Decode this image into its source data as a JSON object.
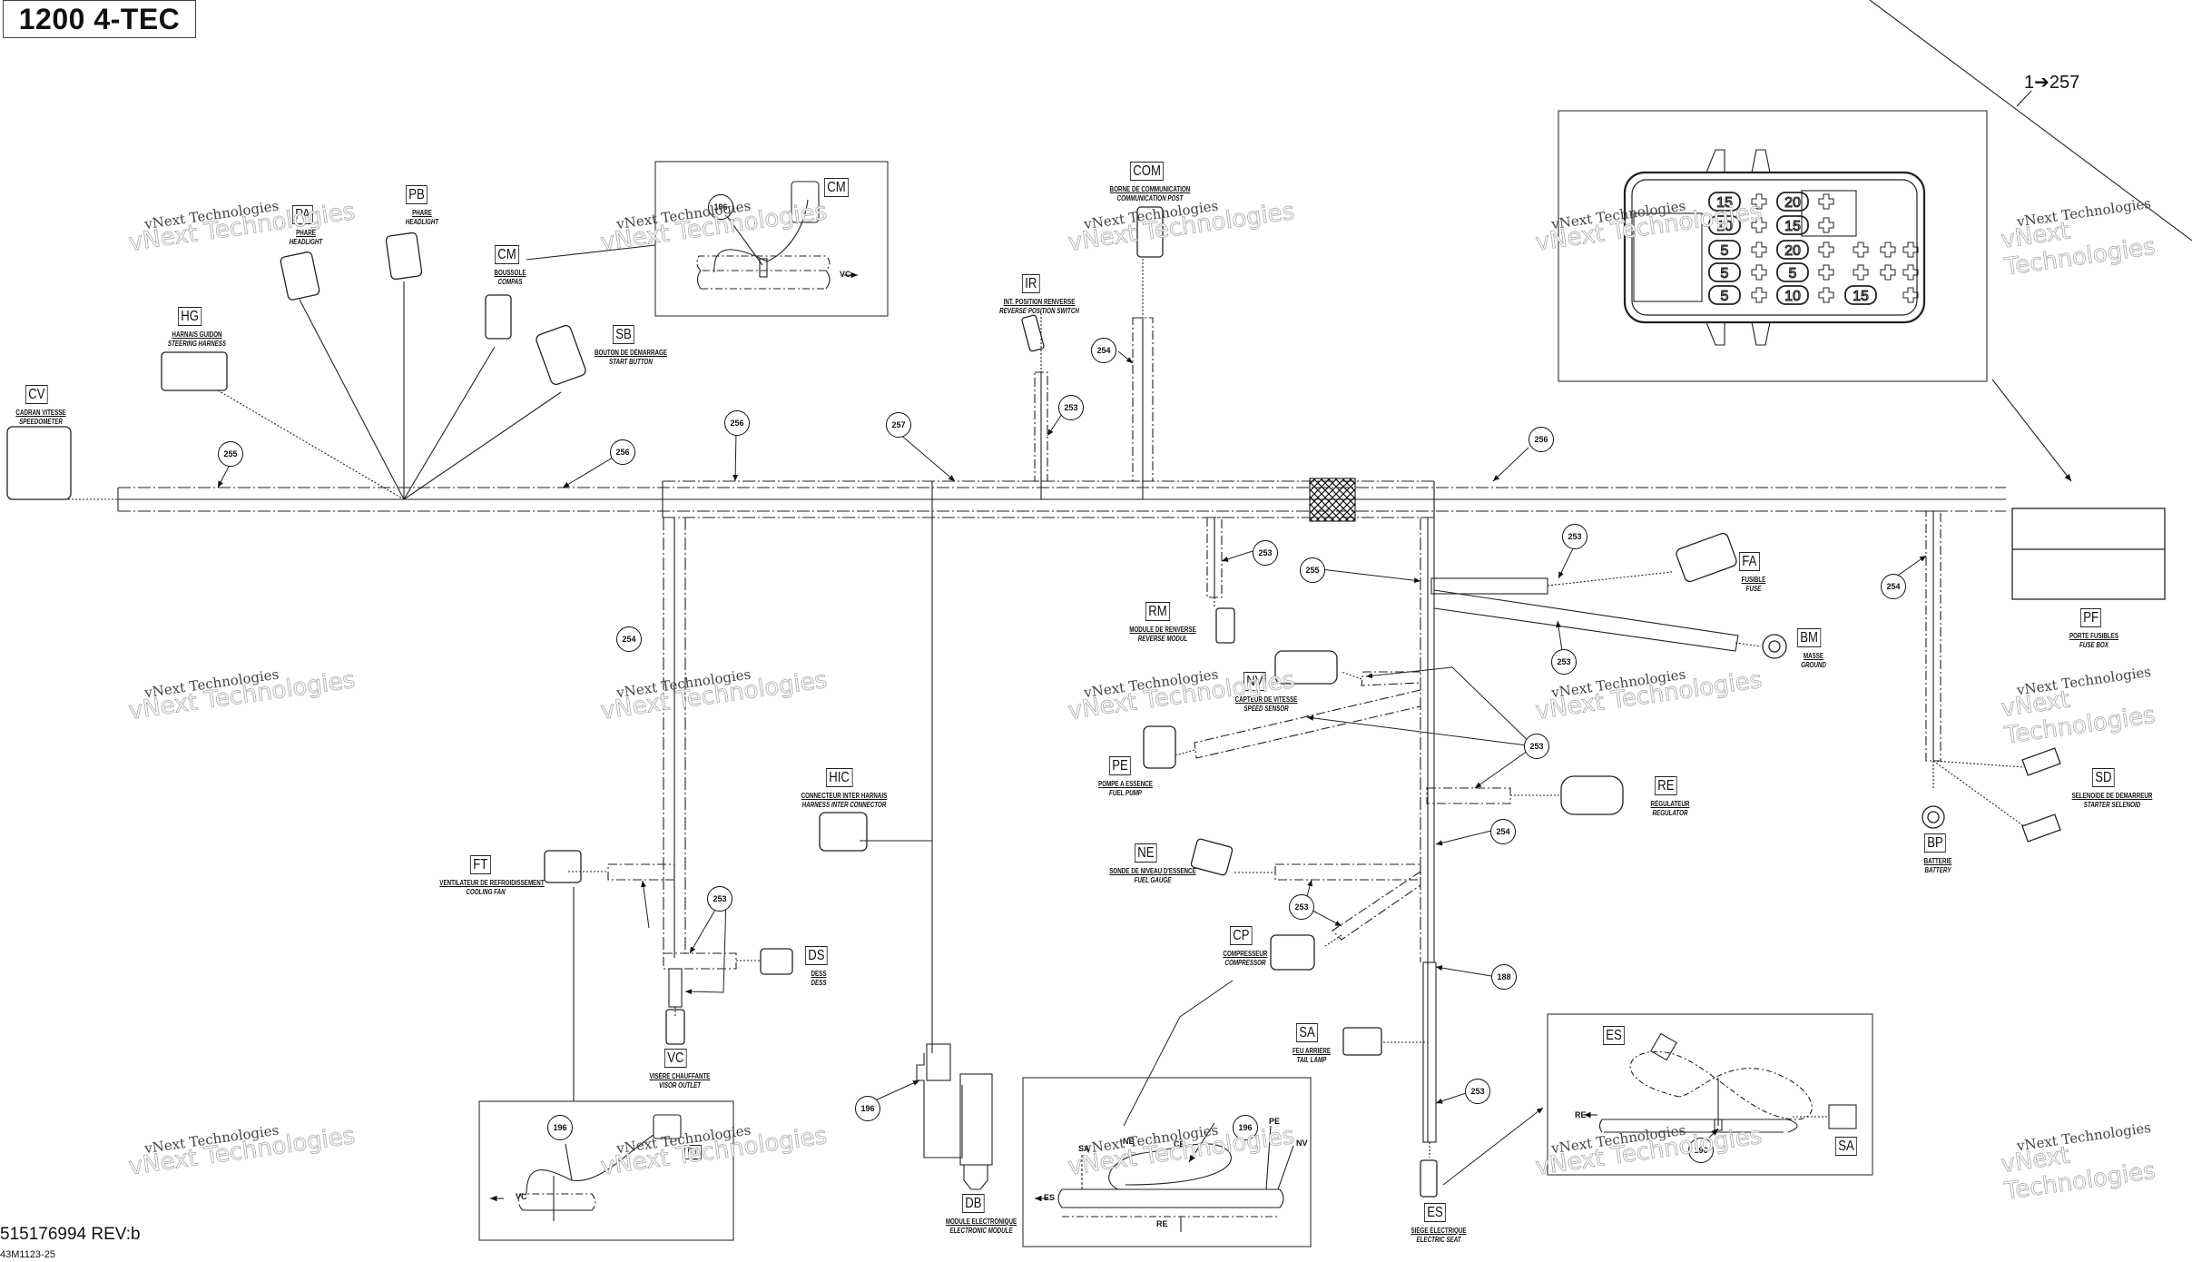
{
  "header": {
    "title": "1200 4-TEC",
    "reference_note": "1➔257"
  },
  "footer": {
    "part_number": "515176994 REV:b",
    "drawing_code": "43M1123-25"
  },
  "watermark": {
    "line1": "vNext Technologies",
    "line2": "vNext Technologies"
  },
  "connectors": [
    {
      "code": "CV",
      "fr": "CADRAN VITESSE",
      "en": "SPEEDOMETER"
    },
    {
      "code": "HG",
      "fr": "HARNAIS GUIDON",
      "en": "STEERING HARNESS"
    },
    {
      "code": "PA",
      "fr": "PHARE",
      "en": "HEADLIGHT"
    },
    {
      "code": "PB",
      "fr": "PHARE",
      "en": "HEADLIGHT"
    },
    {
      "code": "CM",
      "fr": "BOUSSOLE",
      "en": "COMPAS"
    },
    {
      "code": "SB",
      "fr": "BOUTON DE DÉMARRAGE",
      "en": "START BUTTON"
    },
    {
      "code": "COM",
      "fr": "BORNE DE COMMUNICATION",
      "en": "COMMUNICATION POST"
    },
    {
      "code": "IR",
      "fr": "INT. POSITION RENVERSE",
      "en": "REVERSE POSITION SWITCH"
    },
    {
      "code": "RM",
      "fr": "MODULE DE RENVERSE",
      "en": "REVERSE MODUL"
    },
    {
      "code": "NV",
      "fr": "CAPTEUR DE VITESSE",
      "en": "SPEED SENSOR"
    },
    {
      "code": "PE",
      "fr": "POMPE A ESSENCE",
      "en": "FUEL PUMP"
    },
    {
      "code": "FA",
      "fr": "FUSIBLE",
      "en": "FUSE"
    },
    {
      "code": "BM",
      "fr": "MASSE",
      "en": "GROUND"
    },
    {
      "code": "RE",
      "fr": "RÉGULATEUR",
      "en": "REGULATOR"
    },
    {
      "code": "PF",
      "fr": "PORTE FUSIBLES",
      "en": "FUSE BOX"
    },
    {
      "code": "SD",
      "fr": "SELENOIDE DE DEMARREUR",
      "en": "STARTER SELENOID"
    },
    {
      "code": "BP",
      "fr": "BATTERIE",
      "en": "BATTERY"
    },
    {
      "code": "HIC",
      "fr": "CONNECTEUR INTER HARNAIS",
      "en": "HARNESS INTER CONNECTOR"
    },
    {
      "code": "FT",
      "fr": "VENTILATEUR DE REFROIDISSEMENT",
      "en": "COOLING FAN"
    },
    {
      "code": "DS",
      "fr": "DESS",
      "en": "DESS"
    },
    {
      "code": "VC",
      "fr": "VISÈRE CHAUFFANTE",
      "en": "VISOR OUTLET"
    },
    {
      "code": "NE",
      "fr": "SONDE DE NIVEAU D'ESSENCE",
      "en": "FUEL GAUGE"
    },
    {
      "code": "CP",
      "fr": "COMPRESSEUR",
      "en": "COMPRESSOR"
    },
    {
      "code": "SA",
      "fr": "FEU ARRIERE",
      "en": "TAIL LAMP"
    },
    {
      "code": "DB",
      "fr": "MODULE ELECTRONIQUE",
      "en": "ELECTRONIC MODULE"
    },
    {
      "code": "ES",
      "fr": "SIÈGE ÉLECTRIQUE",
      "en": "ELECTRIC SEAT"
    }
  ],
  "callouts": {
    "c255a": "255",
    "c256a": "256",
    "c256b": "256",
    "c257": "257",
    "c256c": "256",
    "c253a": "253",
    "c254a": "254",
    "c196a": "196",
    "c254b": "254",
    "c253b": "253",
    "c255b": "255",
    "c253c": "253",
    "c253d": "253",
    "c253e": "253",
    "c254c": "254",
    "c253f": "253",
    "c254d": "254",
    "c253g": "253",
    "c188": "188",
    "c253h": "253",
    "c196b": "196",
    "c196c": "196",
    "c196d": "196",
    "c196e": "196"
  },
  "fuse_box_detail": {
    "ratings": [
      "15",
      "20",
      "10",
      "15",
      "5",
      "20",
      "5",
      "5",
      "5",
      "10",
      "15"
    ]
  },
  "detail_labels": {
    "cm_arrow": "VC",
    "vc_arrow": "VC",
    "db_arrow": "ES",
    "db_sa": "SA",
    "db_ne": "NE",
    "db_cp": "CP",
    "db_pe": "PE",
    "db_nv": "NV",
    "db_re": "RE",
    "es_arrow": "RE",
    "es_tag": "ES",
    "sa_tag": "SA",
    "cm_tag": "CM",
    "ft_tag": "FT"
  }
}
